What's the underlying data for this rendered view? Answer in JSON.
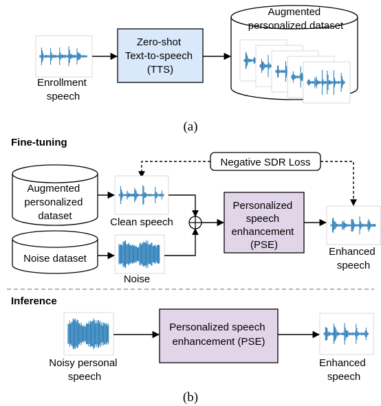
{
  "part_a": {
    "enrollment_label": [
      "Enrollment",
      "speech"
    ],
    "tts_label": [
      "Zero-shot",
      "Text-to-speech",
      "(TTS)"
    ],
    "dataset_label": [
      "Augmented",
      "personalized dataset"
    ],
    "caption": "(a)"
  },
  "part_b": {
    "finetuning_header": "Fine-tuning",
    "loss_label": "Negative SDR Loss",
    "aug_dataset_label": [
      "Augmented",
      "personalized",
      "dataset"
    ],
    "noise_dataset_label": "Noise dataset",
    "clean_speech_label": "Clean speech",
    "noise_label": "Noise",
    "pse_label": [
      "Personalized",
      "speech",
      "enhancement",
      "(PSE)"
    ],
    "enhanced_label": [
      "Enhanced",
      "speech"
    ],
    "inference_header": "Inference",
    "noisy_label": [
      "Noisy personal",
      "speech"
    ],
    "pse_inference_label": [
      "Personalized speech",
      "enhancement (PSE)"
    ],
    "enhanced_inference_label": [
      "Enhanced",
      "speech"
    ],
    "caption": "(b)"
  },
  "colors": {
    "tts_fill": "#dae8fc",
    "pse_fill": "#e1d5e7",
    "waveform": "#1f77b4",
    "stroke": "#000000",
    "separator": "#999999"
  },
  "icons": [
    "waveform-icon",
    "database-icon",
    "sum-junction-icon",
    "arrow-icon"
  ]
}
